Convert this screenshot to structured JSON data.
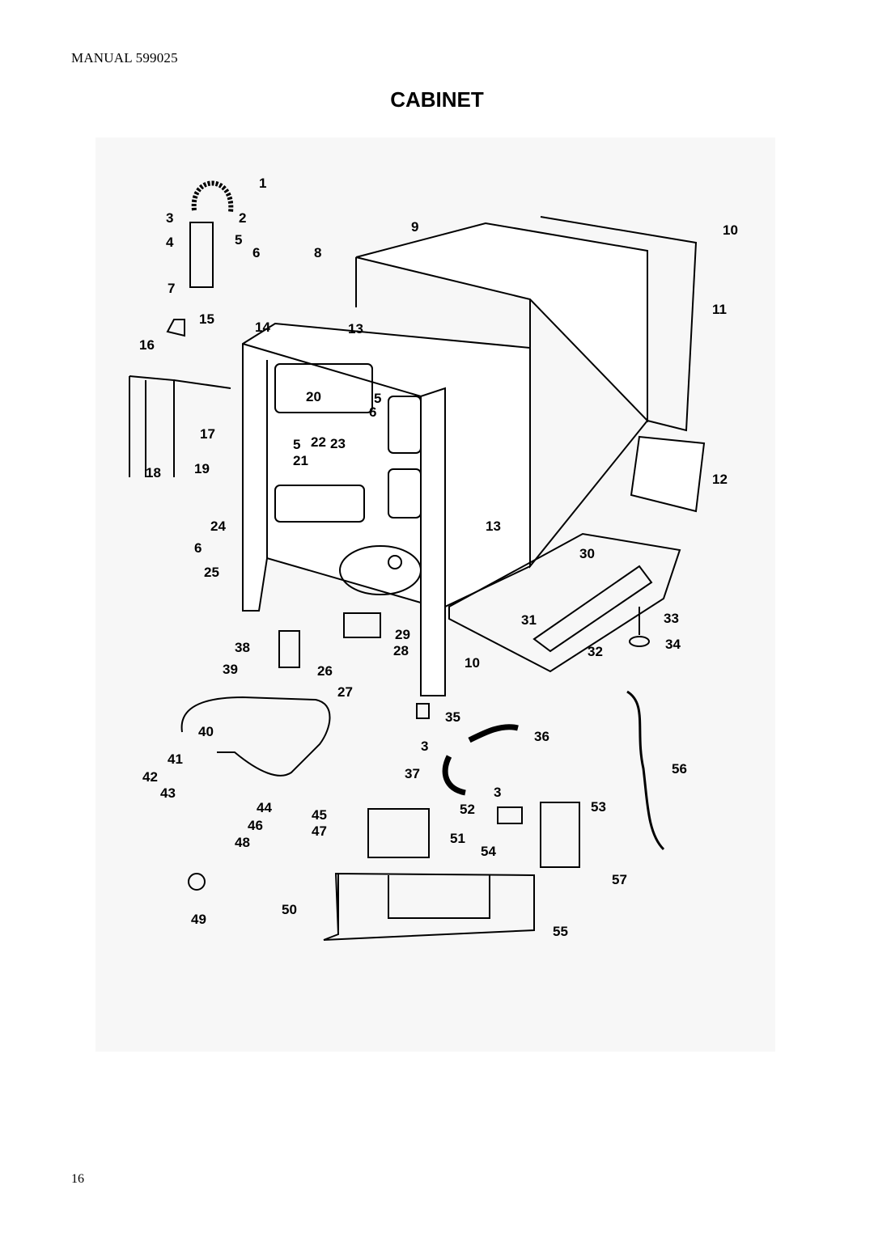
{
  "header": {
    "manual": "MANUAL 599025"
  },
  "title": "CABINET",
  "page_number": "16",
  "callouts": [
    {
      "id": "c1",
      "text": "1"
    },
    {
      "id": "c2",
      "text": "2"
    },
    {
      "id": "c3a",
      "text": "3"
    },
    {
      "id": "c4",
      "text": "4"
    },
    {
      "id": "c5a",
      "text": "5"
    },
    {
      "id": "c6a",
      "text": "6"
    },
    {
      "id": "c7",
      "text": "7"
    },
    {
      "id": "c8",
      "text": "8"
    },
    {
      "id": "c9",
      "text": "9"
    },
    {
      "id": "c10a",
      "text": "10"
    },
    {
      "id": "c11",
      "text": "11"
    },
    {
      "id": "c12",
      "text": "12"
    },
    {
      "id": "c13a",
      "text": "13"
    },
    {
      "id": "c13b",
      "text": "13"
    },
    {
      "id": "c14",
      "text": "14"
    },
    {
      "id": "c15",
      "text": "15"
    },
    {
      "id": "c16",
      "text": "16"
    },
    {
      "id": "c17",
      "text": "17"
    },
    {
      "id": "c18",
      "text": "18"
    },
    {
      "id": "c19",
      "text": "19"
    },
    {
      "id": "c20",
      "text": "20"
    },
    {
      "id": "c5b",
      "text": "5"
    },
    {
      "id": "c6b",
      "text": "6"
    },
    {
      "id": "c5c",
      "text": "5"
    },
    {
      "id": "c21",
      "text": "21"
    },
    {
      "id": "c22",
      "text": "22"
    },
    {
      "id": "c23",
      "text": "23"
    },
    {
      "id": "c24",
      "text": "24"
    },
    {
      "id": "c6c",
      "text": "6"
    },
    {
      "id": "c25",
      "text": "25"
    },
    {
      "id": "c26",
      "text": "26"
    },
    {
      "id": "c27",
      "text": "27"
    },
    {
      "id": "c28",
      "text": "28"
    },
    {
      "id": "c29",
      "text": "29"
    },
    {
      "id": "c30",
      "text": "30"
    },
    {
      "id": "c31",
      "text": "31"
    },
    {
      "id": "c32",
      "text": "32"
    },
    {
      "id": "c33",
      "text": "33"
    },
    {
      "id": "c34",
      "text": "34"
    },
    {
      "id": "c10b",
      "text": "10"
    },
    {
      "id": "c35",
      "text": "35"
    },
    {
      "id": "c36",
      "text": "36"
    },
    {
      "id": "c3b",
      "text": "3"
    },
    {
      "id": "c37",
      "text": "37"
    },
    {
      "id": "c3c",
      "text": "3"
    },
    {
      "id": "c38",
      "text": "38"
    },
    {
      "id": "c39",
      "text": "39"
    },
    {
      "id": "c40",
      "text": "40"
    },
    {
      "id": "c41",
      "text": "41"
    },
    {
      "id": "c42",
      "text": "42"
    },
    {
      "id": "c43",
      "text": "43"
    },
    {
      "id": "c44",
      "text": "44"
    },
    {
      "id": "c45",
      "text": "45"
    },
    {
      "id": "c46",
      "text": "46"
    },
    {
      "id": "c47",
      "text": "47"
    },
    {
      "id": "c48",
      "text": "48"
    },
    {
      "id": "c49",
      "text": "49"
    },
    {
      "id": "c50",
      "text": "50"
    },
    {
      "id": "c51",
      "text": "51"
    },
    {
      "id": "c52",
      "text": "52"
    },
    {
      "id": "c53",
      "text": "53"
    },
    {
      "id": "c54",
      "text": "54"
    },
    {
      "id": "c55",
      "text": "55"
    },
    {
      "id": "c56",
      "text": "56"
    },
    {
      "id": "c57",
      "text": "57"
    }
  ]
}
